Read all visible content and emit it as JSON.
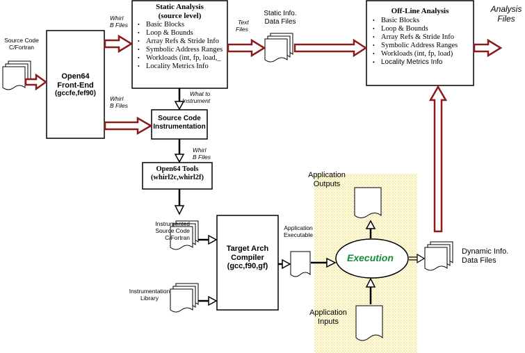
{
  "source": {
    "label_line1": "Source Code",
    "label_line2": "C/Fortran"
  },
  "front_end": {
    "line1": "Open64",
    "line2": "Front-End",
    "line3": "(gccfe,fef90)"
  },
  "edges": {
    "whirl_top_1": "Whirl",
    "whirl_top_2": "B Files",
    "whirl_mid_1": "Whirl",
    "whirl_mid_2": "B Files",
    "whirl_tools_1": "Whirl",
    "whirl_tools_2": "B Files",
    "what_to_1": "What to",
    "what_to_2": "Instrument",
    "text_files_1": "Text",
    "text_files_2": "Files"
  },
  "static_analysis": {
    "title1": "Static Analysis",
    "title2": "(source level)",
    "items": [
      "Basic Blocks",
      "Loop & Bounds",
      "Array Refs & Stride Info",
      "Symbolic Address Ranges",
      "Workloads (int, fp, load,_",
      "Locality Metrics Info"
    ]
  },
  "static_info": {
    "line1": "Static Info.",
    "line2": "Data Files"
  },
  "offline_analysis": {
    "title": "Off-Line Analysis",
    "items": [
      "Basic Blocks",
      "Loop & Bounds",
      "Array Refs & Stride Info",
      "Symbolic Address Ranges",
      "Workloads (int, fp, load)",
      "Locality Metrics Info"
    ]
  },
  "analysis_files": {
    "line1": "Analysis",
    "line2": "Files"
  },
  "instrumentation": {
    "line1": "Source Code",
    "line2": "Instrumentation"
  },
  "open64_tools": {
    "line1": "Open64 Tools",
    "line2": "(whirl2c,whirl2f)"
  },
  "instrumented_source": {
    "line1": "Instrumented",
    "line2": "Source Code",
    "line3": "C/Fortran"
  },
  "instr_library": {
    "line1": "Instrumentation",
    "line2": "Library"
  },
  "compiler": {
    "line1": "Target Arch",
    "line2": "Compiler",
    "line3": "(gcc,f90,gf)"
  },
  "app_exec": {
    "line1": "Application",
    "line2": "Executable"
  },
  "execution": {
    "label": "Execution"
  },
  "app_outputs": {
    "line1": "Application",
    "line2": "Outputs"
  },
  "app_inputs": {
    "line1": "Application",
    "line2": "Inputs"
  },
  "dynamic_info": {
    "line1": "Dynamic Info.",
    "line2": "Data Files"
  },
  "colors": {
    "red_arrow": "#8b1a1a",
    "execution_text": "#1a8a3a",
    "dotted_bg": "#f4ee9a"
  }
}
